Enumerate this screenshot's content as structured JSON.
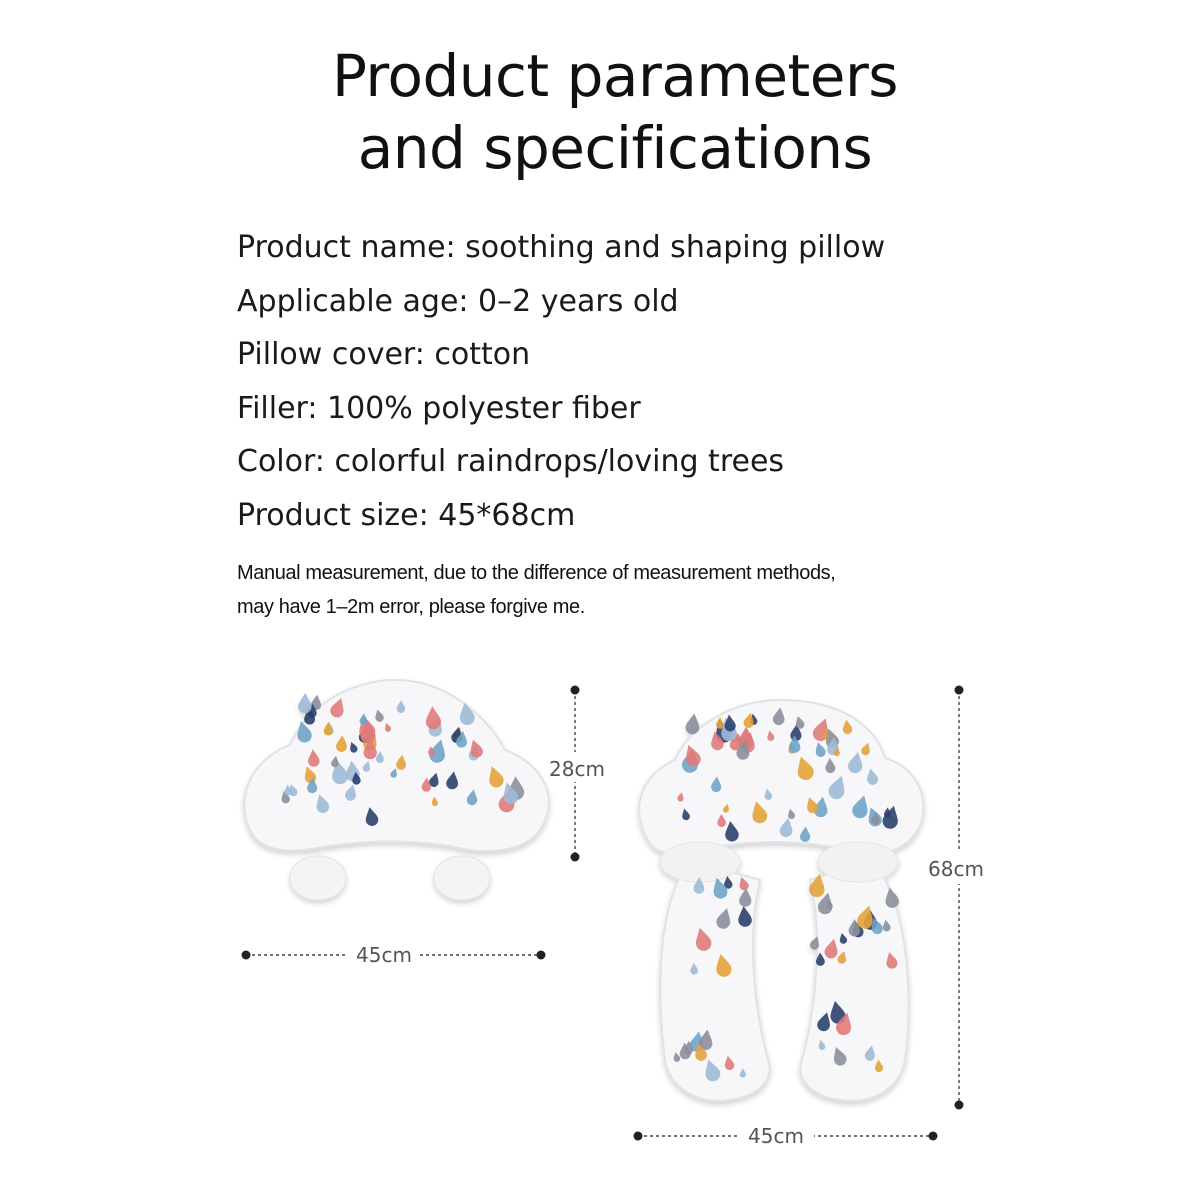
{
  "title": {
    "line1": "Product parameters",
    "line2": "and specifications"
  },
  "specs": [
    {
      "label": "Product name",
      "value": "soothing and shaping pillow"
    },
    {
      "label": "Applicable age",
      "value": "0–2 years old"
    },
    {
      "label": "Pillow cover",
      "value": "cotton"
    },
    {
      "label": "Filler",
      "value": "100% polyester fiber"
    },
    {
      "label": "Color",
      "value": "colorful raindrops/loving trees"
    },
    {
      "label": "Product size",
      "value": "45*68cm"
    }
  ],
  "specs_text": [
    "Product name: soothing and shaping pillow",
    "Applicable age: 0–2 years old",
    "Pillow cover: cotton",
    "Filler: 100% polyester fiber",
    "Color: colorful raindrops/loving trees",
    "Product size: 45*68cm"
  ],
  "note": {
    "line1": "Manual measurement, due to the difference of measurement methods,",
    "line2": "may have 1–2m error, please forgive me."
  },
  "dimensions": {
    "small_height": "28cm",
    "small_width": "45cm",
    "large_height": "68cm",
    "large_width": "45cm"
  },
  "colors": {
    "raindrop_palette": [
      "#2b3f6b",
      "#e3a23a",
      "#9fbad6",
      "#e07a7a",
      "#8a8f9c",
      "#6fa3c7"
    ],
    "fabric": "#f7f7f9"
  }
}
